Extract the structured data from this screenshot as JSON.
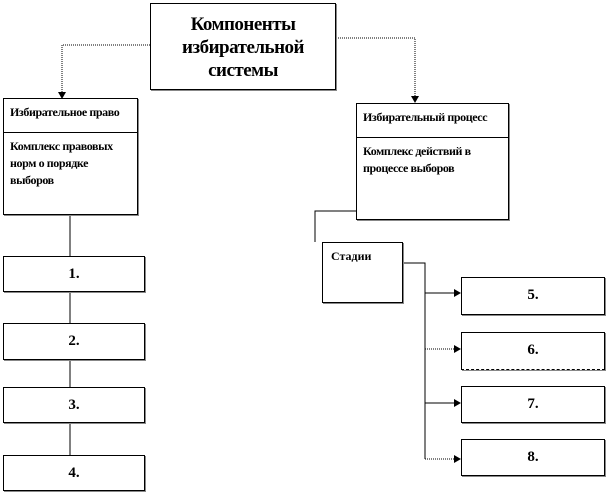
{
  "root": {
    "title": "Компоненты избирательной системы"
  },
  "left": {
    "header": "Избирательное право",
    "body": "Комплекс правовых норм о порядке выборов",
    "items": [
      "1.",
      "2.",
      "3.",
      "4."
    ]
  },
  "right": {
    "header": "Избирательный процесс",
    "body": "Комплекс действий в процессе выборов"
  },
  "stages": {
    "label": "Стадии",
    "items": [
      "5.",
      "6.",
      "7.",
      "8."
    ]
  }
}
